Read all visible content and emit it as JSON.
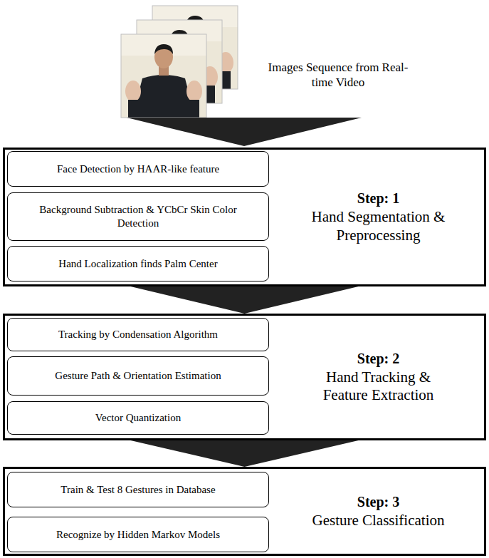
{
  "diagram": {
    "nodes": [
      {
        "text": [
          "Step: 1",
          "Hand Segmentation & Preprocessing"
        ]
      },
      {
        "text": [
          "Face Detection by HAAR-like feature"
        ],
        "in": 0
      },
      {
        "text": [
          "Background Subtraction & YCbCr Skin Color Detection"
        ],
        "in": 0
      },
      {
        "text": [
          "Hand Localization finds Palm Center"
        ],
        "in": 0
      },
      {
        "text": [
          "Step: 2",
          "Hand Tracking & Feature Extraction"
        ]
      },
      {
        "text": [
          "Tracking by Condensation Algorithm"
        ],
        "in": 4
      },
      {
        "text": [
          "Gesture Path & Orientation Estimation"
        ],
        "in": 4
      },
      {
        "text": [
          "Vector Quantization"
        ],
        "in": 4
      },
      {
        "text": [
          "Step: 3",
          "Gesture Classification"
        ]
      },
      {
        "text": [
          "Train & Test 8 Gestures in Database"
        ],
        "in": 8
      },
      {
        "text": [
          "Recognize by Hidden Markov Models"
        ],
        "in": 8
      }
    ],
    "edges": [
      {
        "from": 0,
        "to": 4,
        "arrow": "to"
      },
      {
        "from": 4,
        "to": 8,
        "arrow": "to"
      }
    ],
    "labels": [
      "Images Sequence from Real-time Video"
    ]
  }
}
